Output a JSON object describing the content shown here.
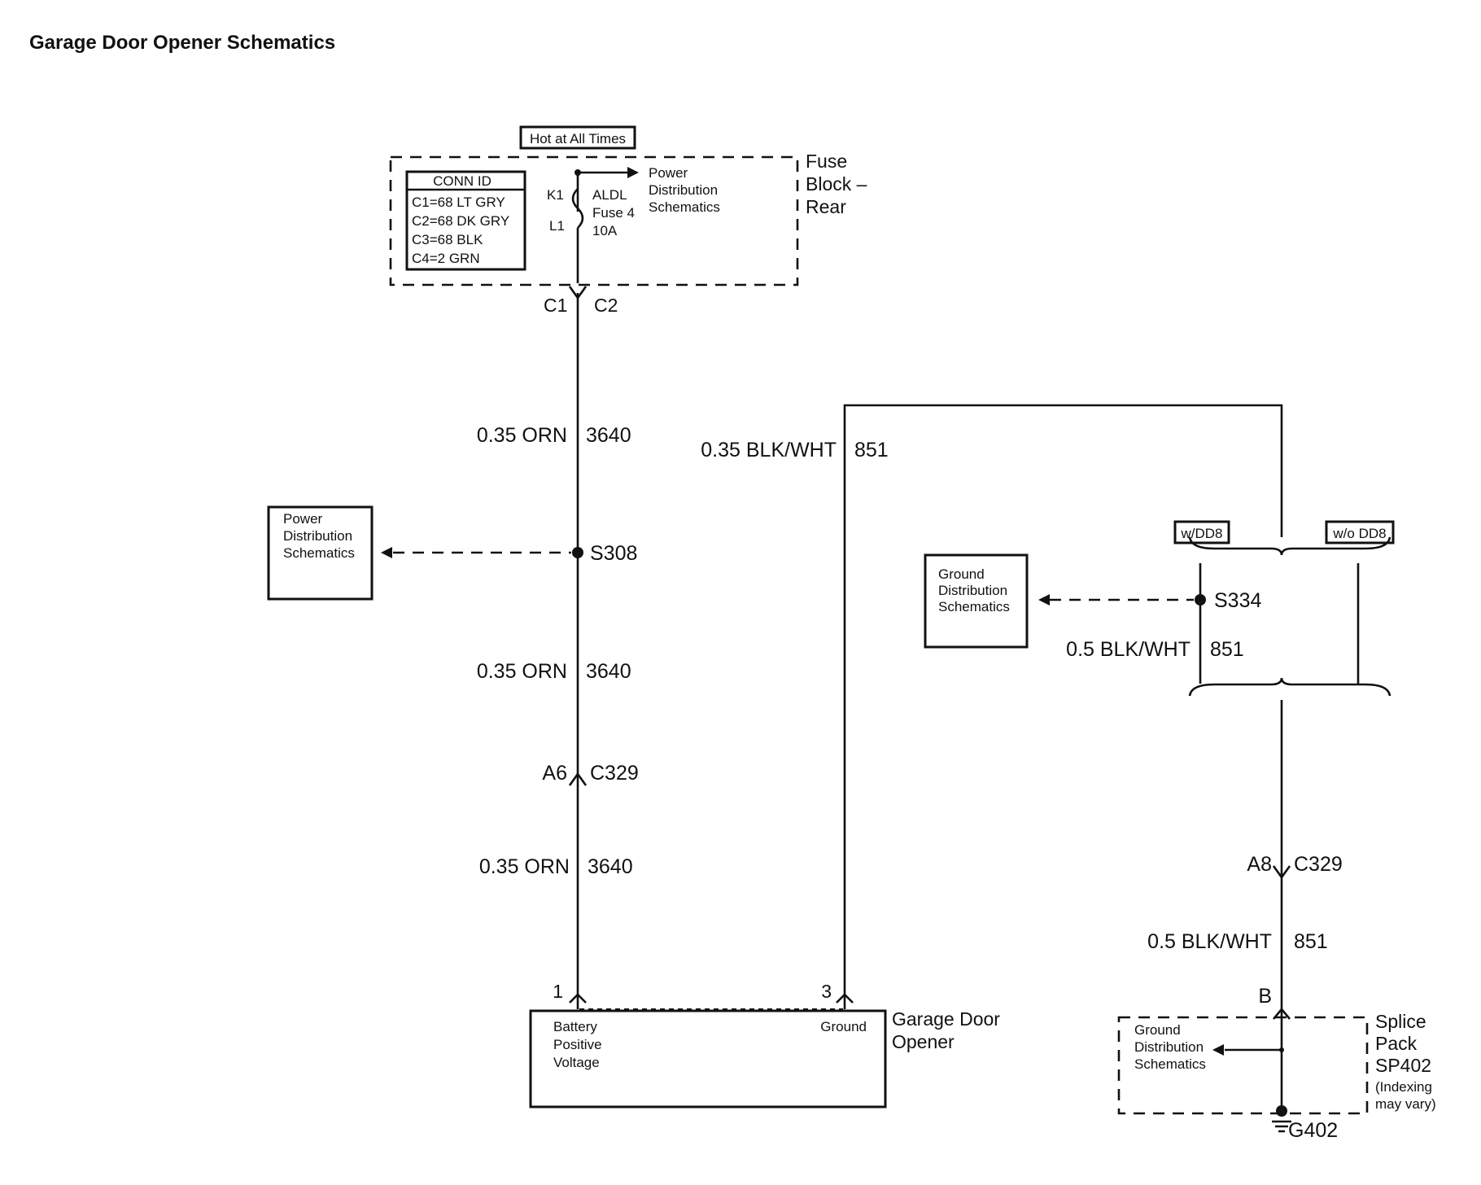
{
  "title": "Garage Door Opener Schematics",
  "hot": "Hot at All Times",
  "conn": {
    "head": "CONN ID",
    "c1": "C1=68 LT GRY",
    "c2": "C2=68 DK GRY",
    "c3": "C3=68 BLK",
    "c4": "C4=2 GRN"
  },
  "fuse": {
    "k1": "K1",
    "l1": "L1",
    "aldl": "ALDL",
    "fuse4": "Fuse 4",
    "amp": "10A",
    "pd1": "Power",
    "pd2": "Distribution",
    "pd3": "Schematics",
    "fb1": "Fuse",
    "fb2": "Block –",
    "fb3": "Rear"
  },
  "c1": "C1",
  "c2": "C2",
  "w_orn": "0.35 ORN",
  "c3640": "3640",
  "w_blk": "0.35 BLK/WHT",
  "c851": "851",
  "s308": "S308",
  "pd_l": [
    "Power",
    "Distribution",
    "Schematics"
  ],
  "a6": "A6",
  "c329": "C329",
  "wdd8": "w/DD8",
  "wodd8": "w/o DD8",
  "gd": [
    "Ground",
    "Distribution",
    "Schematics"
  ],
  "s334": "S334",
  "w_05": "0.5 BLK/WHT",
  "a8": "A8",
  "pb": "B",
  "sp": [
    "Splice",
    "Pack",
    "SP402",
    "(Indexing",
    "may vary)"
  ],
  "g402": "G402",
  "p1": "1",
  "p3": "3",
  "gdo": [
    "Battery",
    "Positive",
    "Voltage"
  ],
  "gnd": "Ground",
  "gdo_name": [
    "Garage Door",
    "Opener"
  ]
}
